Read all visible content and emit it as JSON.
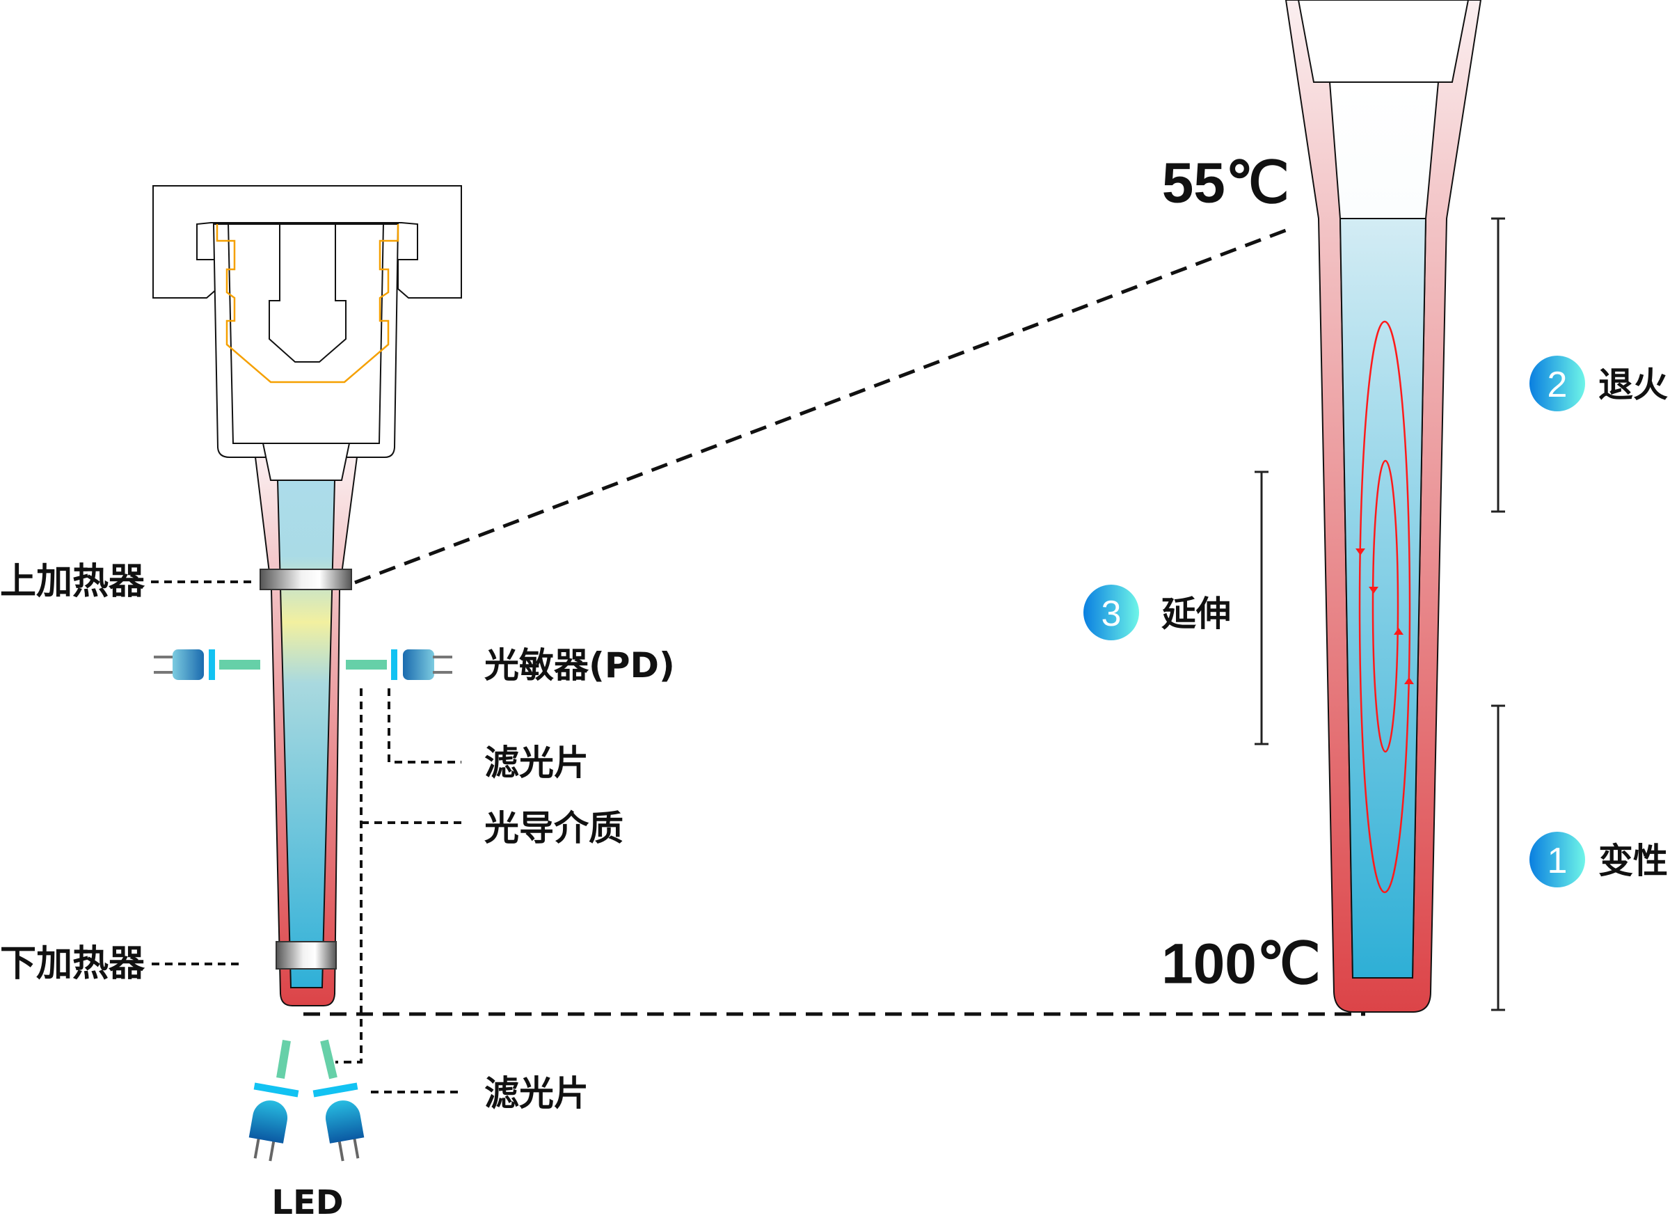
{
  "labels": {
    "upper_heater": "上加热器",
    "lower_heater": "下加热器",
    "photodetector": "光敏器(PD)",
    "filter_top": "滤光片",
    "light_guide": "光导介质",
    "filter_bottom": "滤光片",
    "led": "LED"
  },
  "temperatures": {
    "top": "55℃",
    "bottom": "100℃"
  },
  "stages": [
    {
      "number": "1",
      "label": "变性"
    },
    {
      "number": "2",
      "label": "退火"
    },
    {
      "number": "3",
      "label": "延伸"
    }
  ],
  "colors": {
    "wall_top": "#f6d3d4",
    "wall_bottom": "#dc4448",
    "liquid_top": "#cfe9f2",
    "liquid_bottom": "#2eafd6",
    "convection": "#ff1a1a",
    "pcr_holder_outline": "#f5a000",
    "filter_blue": "#12c2f2",
    "light_green": "#66d0a8",
    "badge_start": "#0a7fe0",
    "badge_end": "#6ff5e8"
  }
}
